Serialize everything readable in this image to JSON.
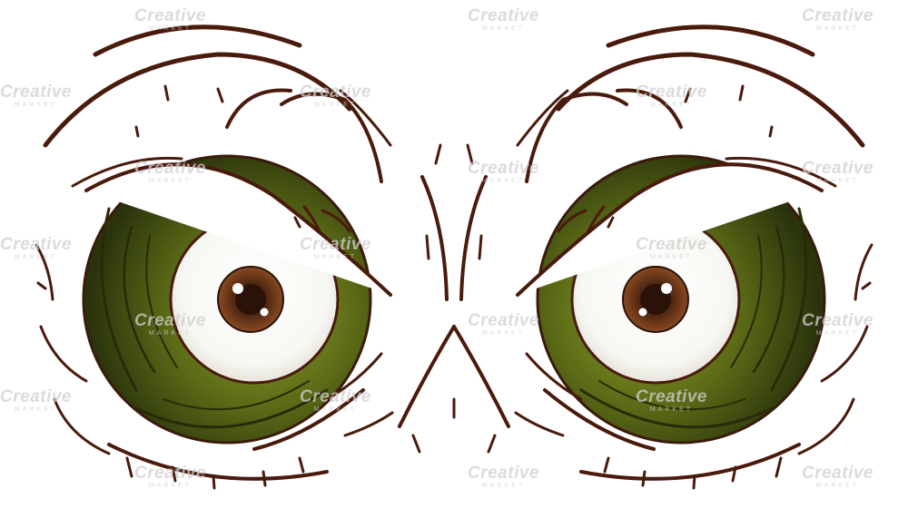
{
  "illustration": {
    "subject": "angry cartoon eyes",
    "colors": {
      "outline": "#4a1a0c",
      "iris_outer": "#2f3a0e",
      "iris_mid": "#5a6a16",
      "iris_light": "#8a9a2a",
      "sclera": "#ffffff",
      "pupil": "#6b3a1c",
      "pupil_core": "#2a1208"
    }
  },
  "watermark": {
    "brand": "Creative",
    "sub": "MARKET"
  }
}
